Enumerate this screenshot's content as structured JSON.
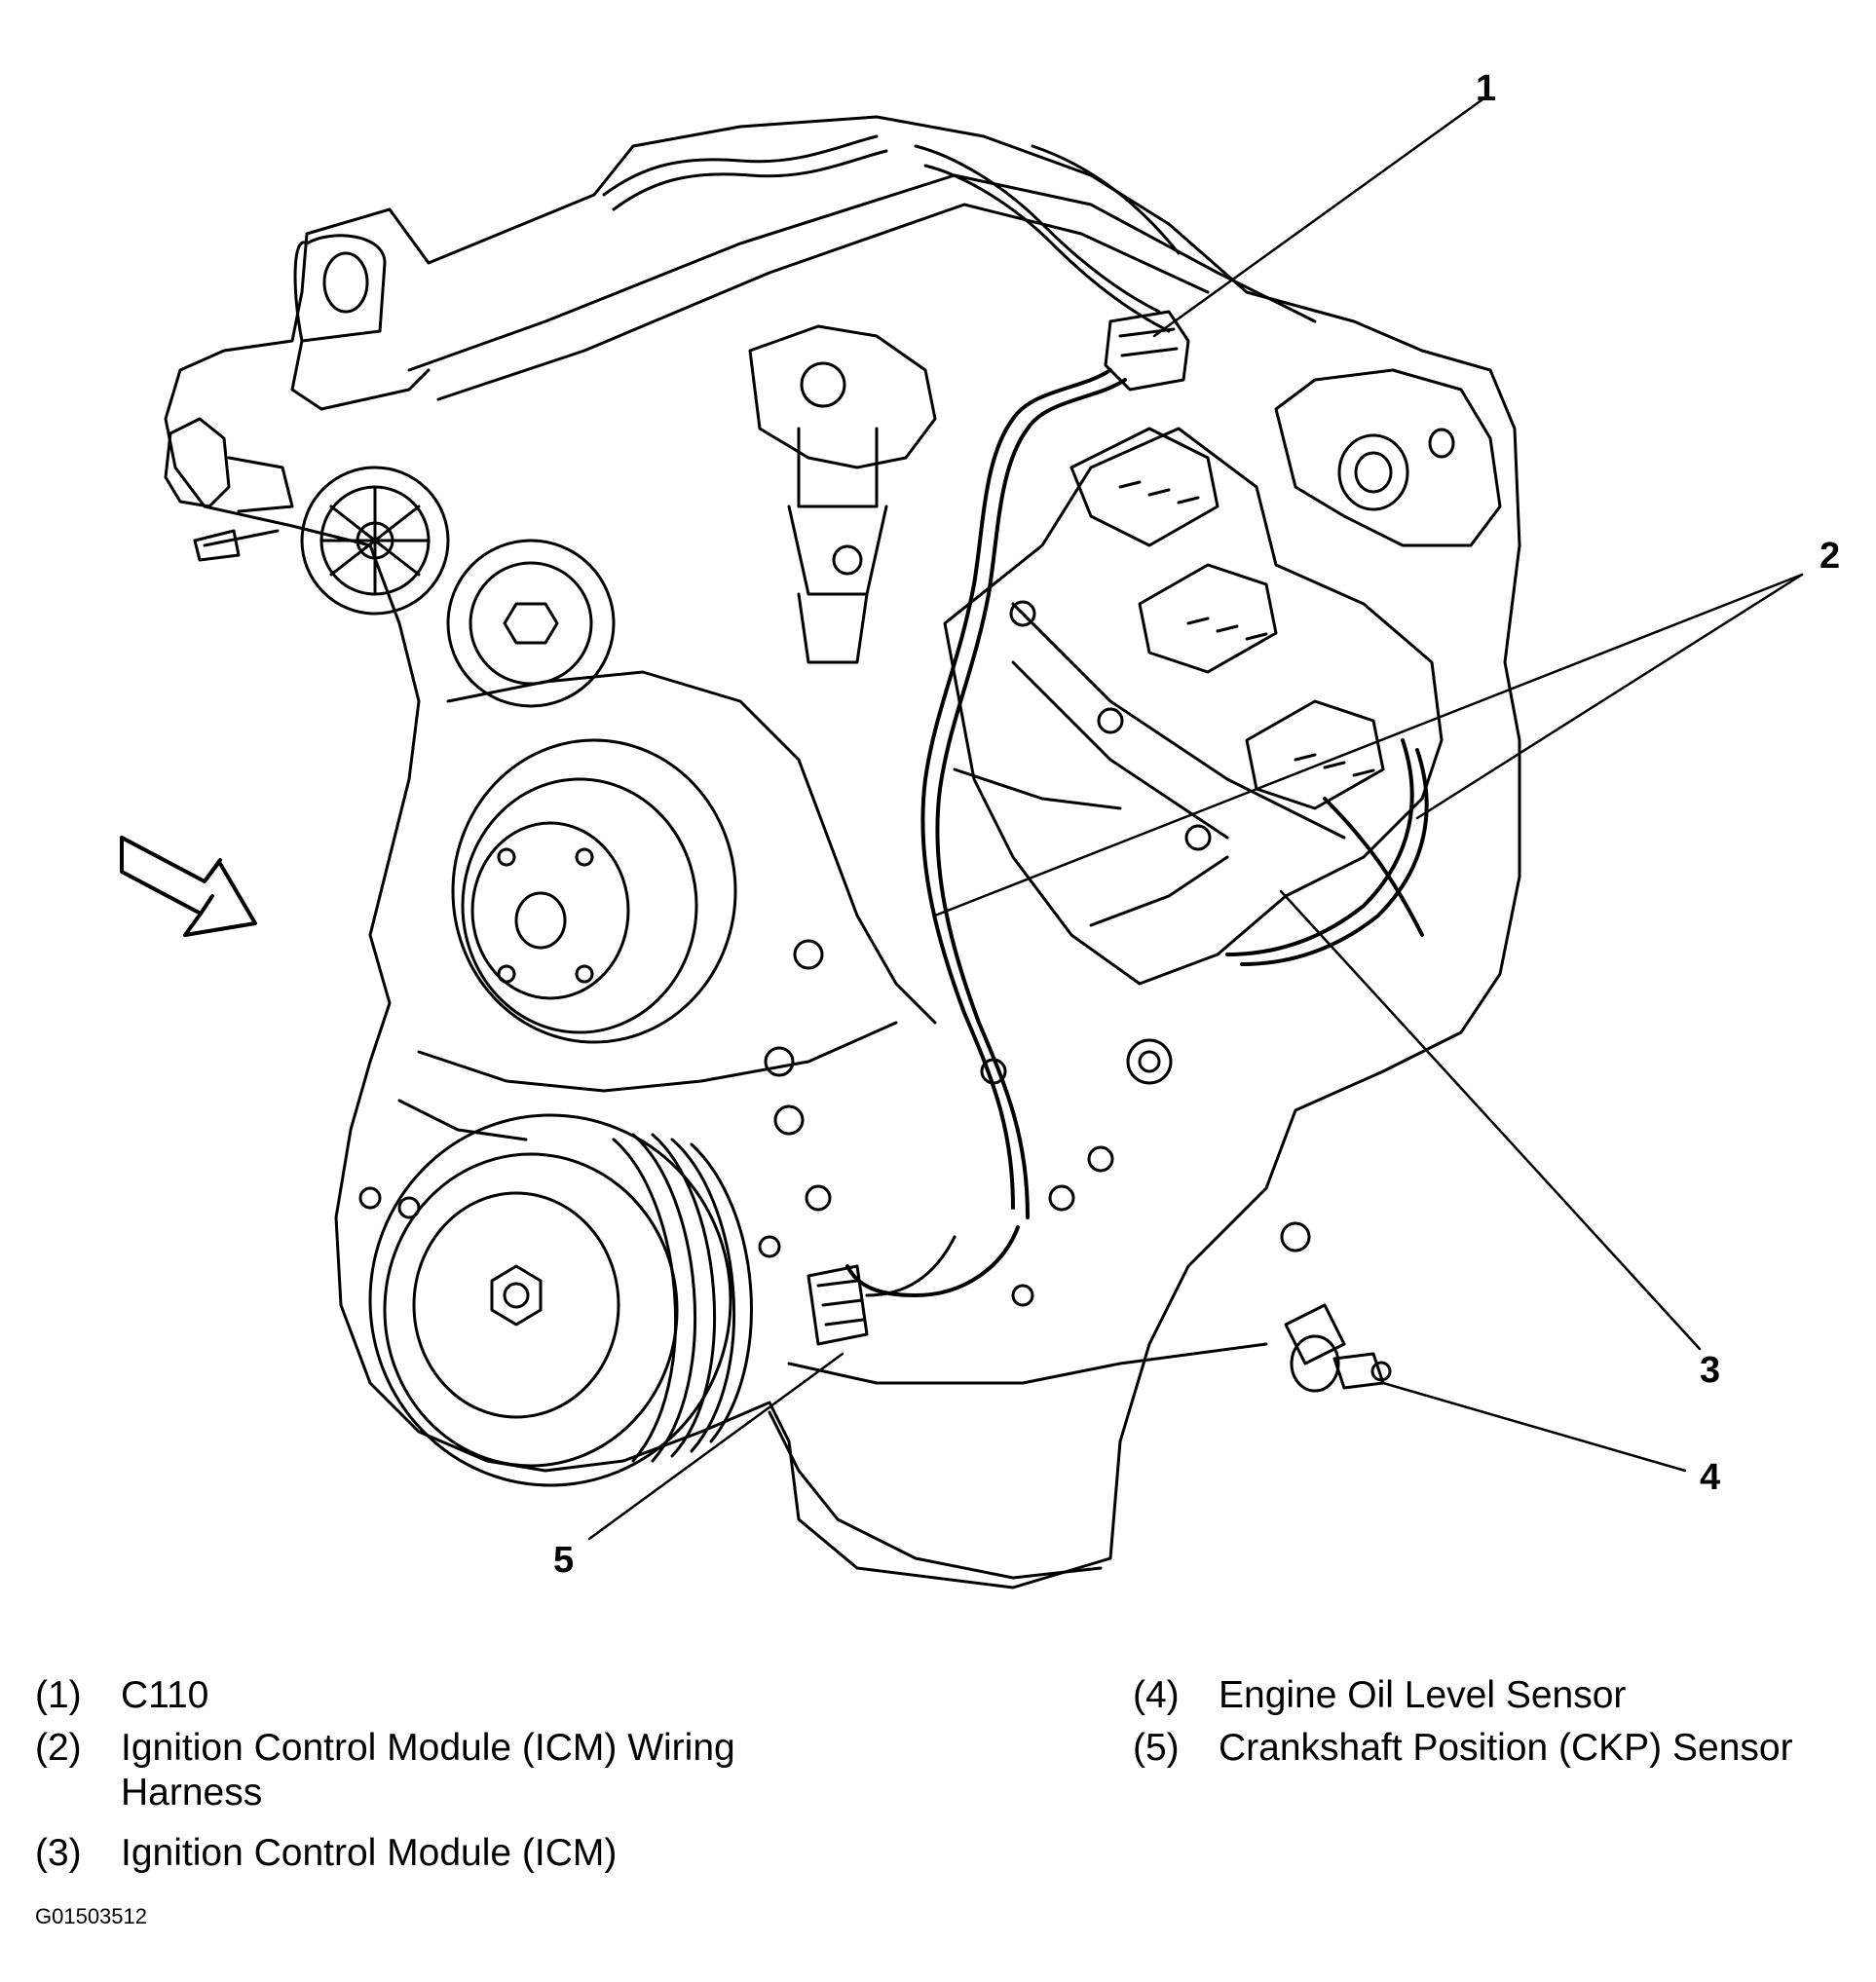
{
  "callouts": [
    "1",
    "2",
    "3",
    "4",
    "5"
  ],
  "legend": [
    {
      "num": "(1)",
      "text": "C110"
    },
    {
      "num": "(2)",
      "text": "Ignition Control Module (ICM) Wiring Harness"
    },
    {
      "num": "(3)",
      "text": "Ignition Control Module (ICM)"
    },
    {
      "num": "(4)",
      "text": "Engine Oil Level Sensor"
    },
    {
      "num": "(5)",
      "text": "Crankshaft Position (CKP) Sensor"
    }
  ],
  "figure_id": "G01503512",
  "icons": [
    "view-direction-arrow-icon"
  ],
  "colors": {
    "ink": "#000000",
    "background": "#ffffff"
  }
}
